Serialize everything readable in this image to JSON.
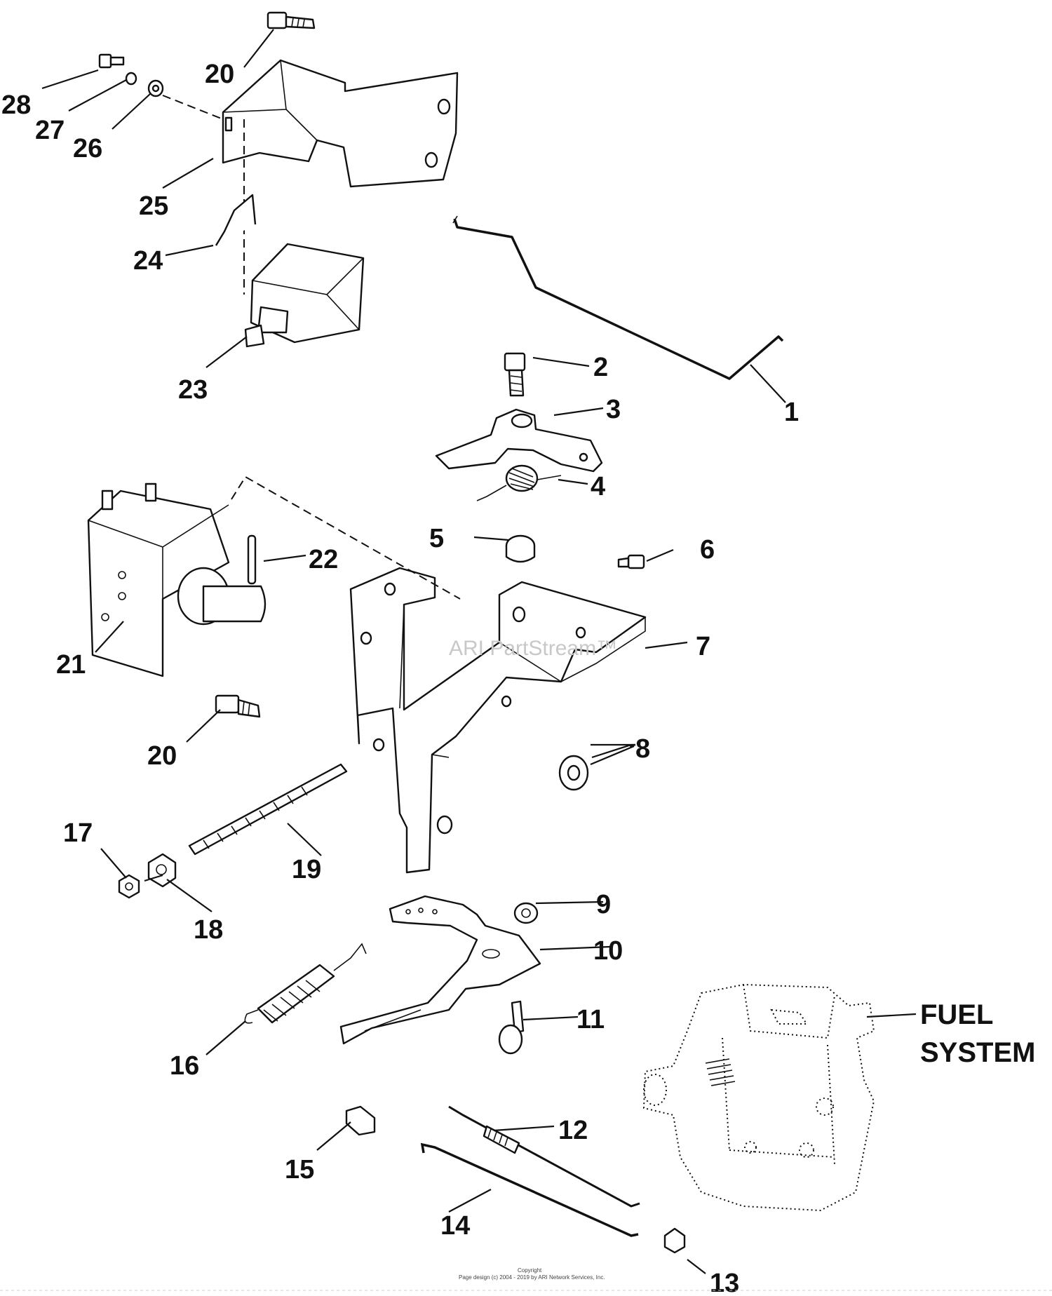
{
  "callouts": {
    "c1": "1",
    "c2": "2",
    "c3": "3",
    "c4": "4",
    "c5": "5",
    "c6": "6",
    "c7": "7",
    "c8": "8",
    "c9": "9",
    "c10": "10",
    "c11": "11",
    "c12": "12",
    "c13": "13",
    "c14": "14",
    "c15": "15",
    "c16": "16",
    "c17": "17",
    "c18": "18",
    "c19": "19",
    "c20a": "20",
    "c20b": "20",
    "c21": "21",
    "c22": "22",
    "c23": "23",
    "c24": "24",
    "c25": "25",
    "c26": "26",
    "c27": "27",
    "c28": "28"
  },
  "labels": {
    "fuel": "FUEL",
    "system": "SYSTEM"
  },
  "watermark": "ARI PartStream™",
  "footer": {
    "line1": "Copyright",
    "line2": "Page design (c) 2004 - 2019 by ARI Network Services, Inc."
  }
}
